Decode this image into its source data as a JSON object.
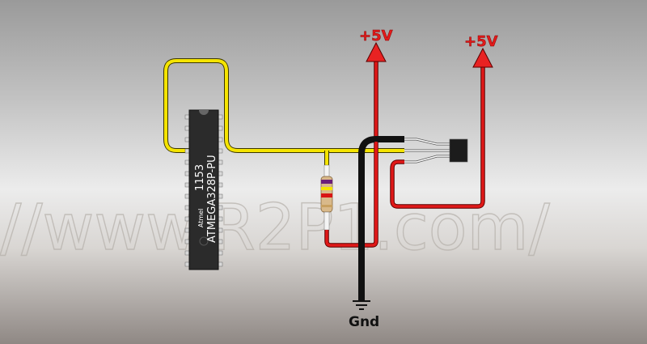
{
  "labels": {
    "vcc_left": "+5V",
    "vcc_right": "+5V",
    "ground": "Gnd"
  },
  "chip": {
    "brand": "Atmel",
    "part_number": "ATMEGA328P-PU",
    "date_code": "1153"
  },
  "watermark": "//www.R2P1.com/",
  "colors": {
    "signal_wire": "#f5e400",
    "power_wire": "#e01818",
    "ground_wire": "#111111",
    "chip_body": "#2b2b2b"
  }
}
